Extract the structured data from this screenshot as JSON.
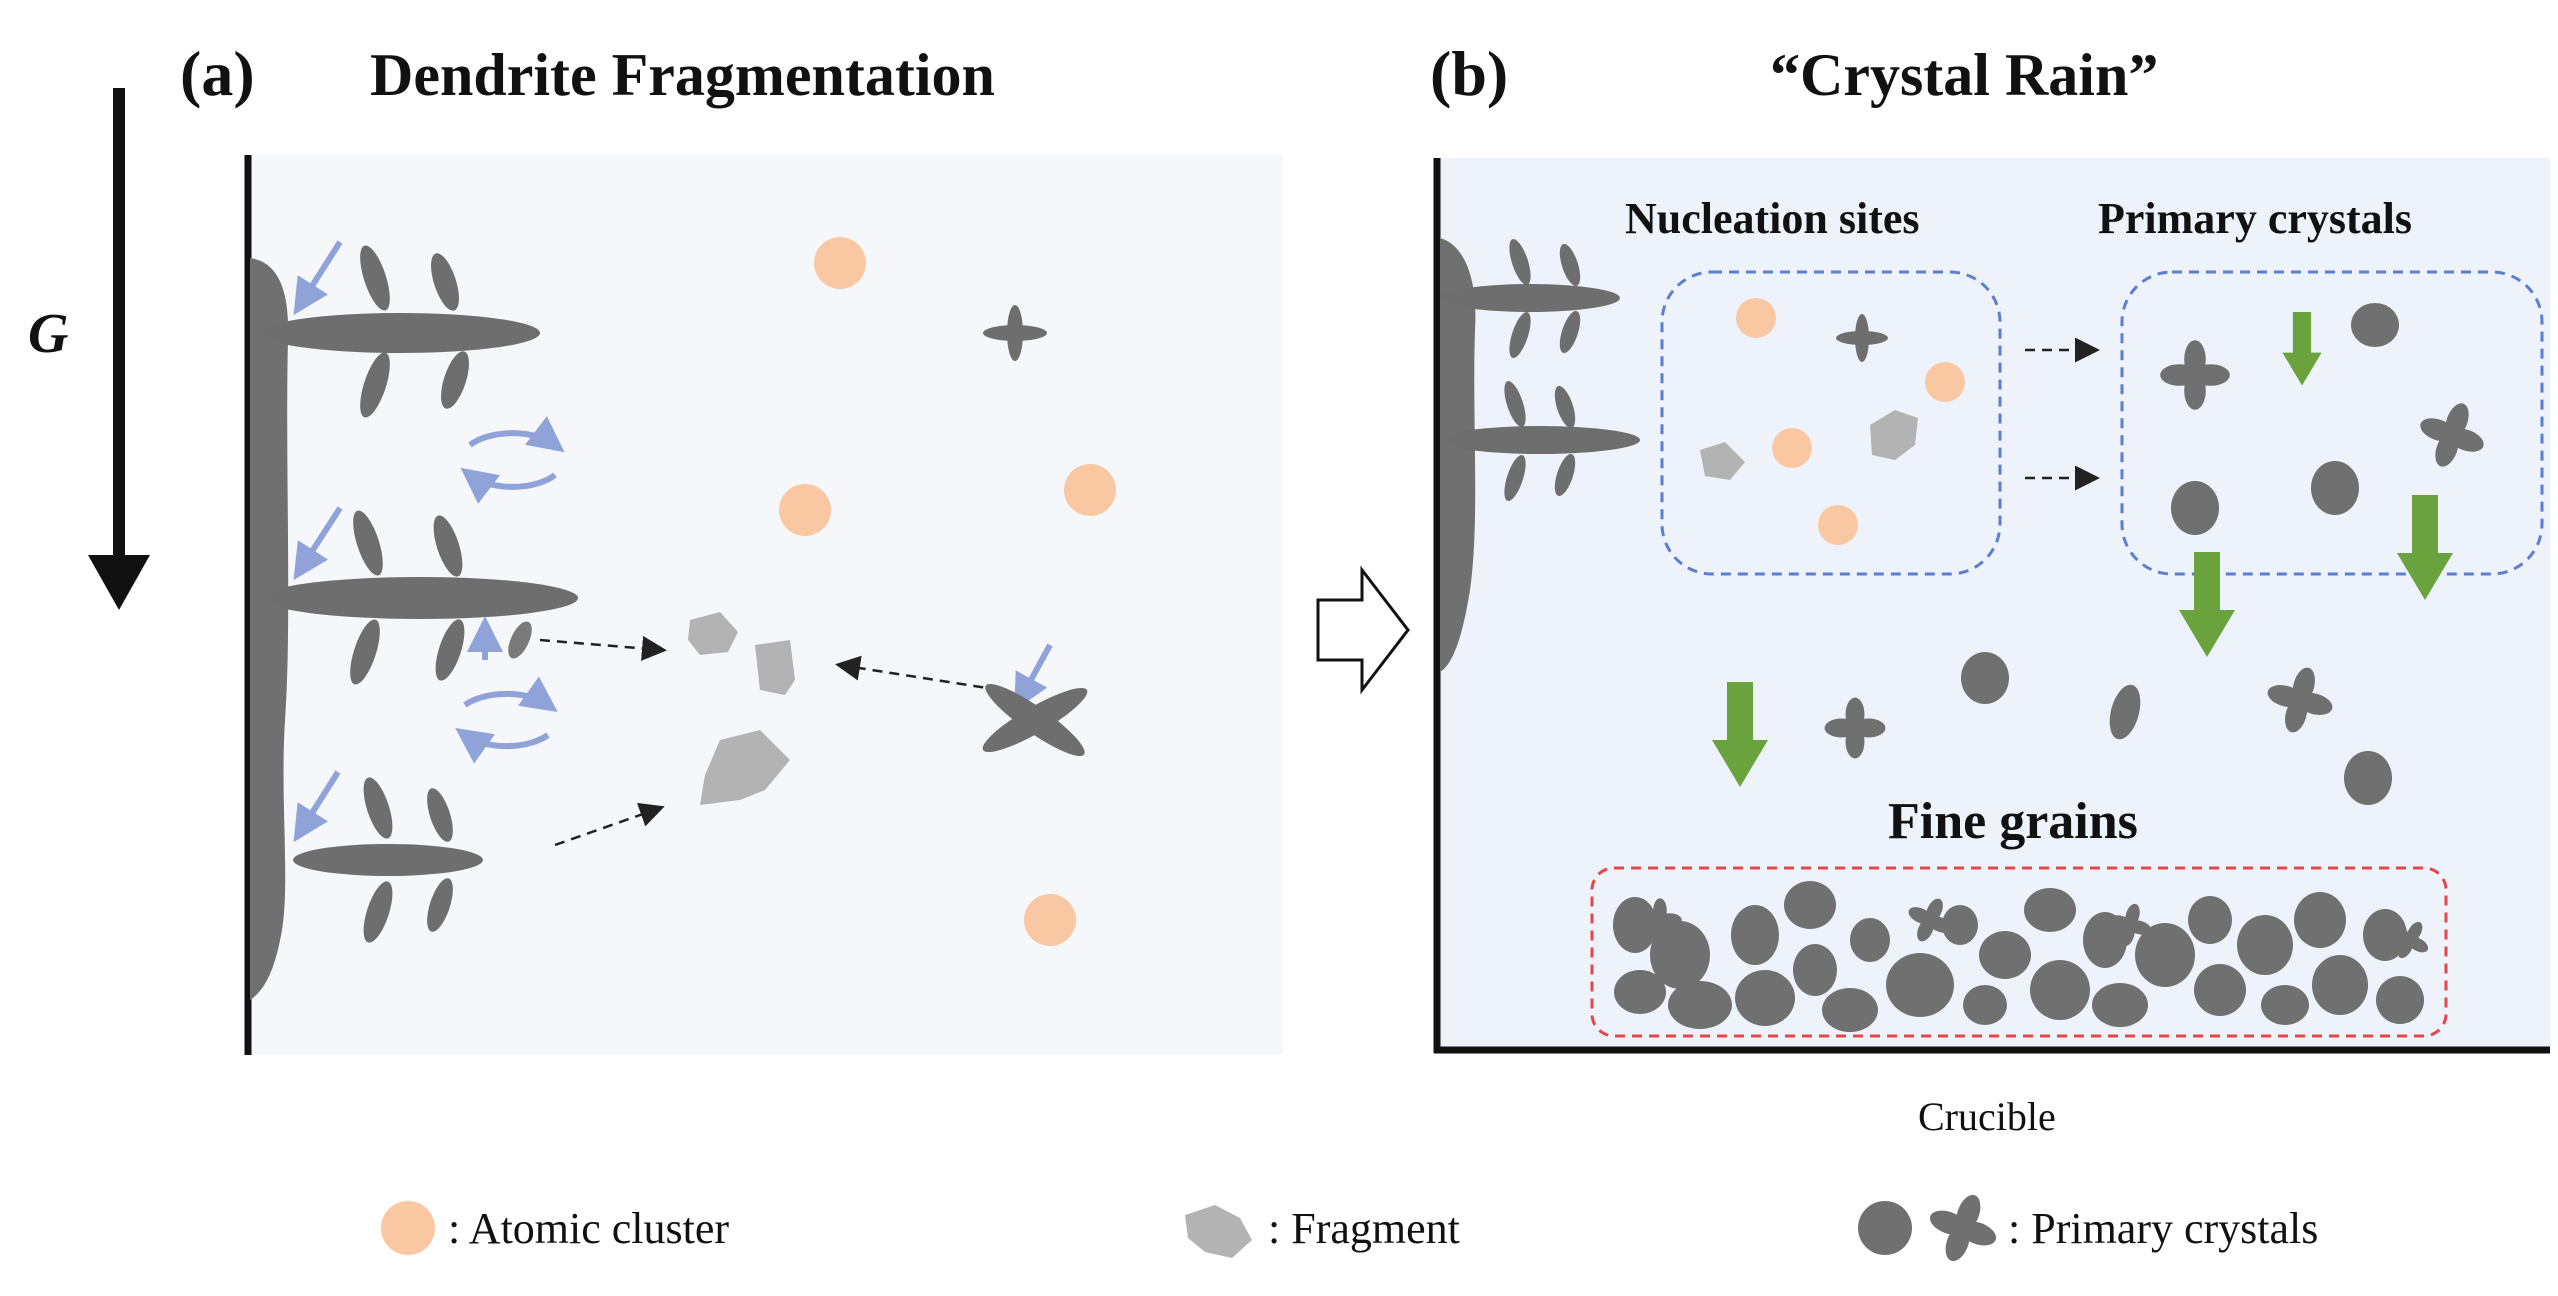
{
  "panel_a": {
    "label": "(a)",
    "title": "Dendrite Fragmentation",
    "gradient_label": "G"
  },
  "panel_b": {
    "label": "(b)",
    "title": "“Crystal Rain”",
    "nucleation_sites_label": "Nucleation sites",
    "primary_crystals_label": "Primary crystals",
    "fine_grains_label": "Fine grains",
    "crucible_label": "Crucible"
  },
  "legend": {
    "atomic_cluster": ": Atomic cluster",
    "fragment": ": Fragment",
    "primary_crystals": ": Primary crystals"
  },
  "colors": {
    "atomic_cluster": "#f9c7a2",
    "dendrite": "#6e6e6e",
    "fragment": "#b3b3b3",
    "primary_crystal": "#707070",
    "flow_arrow": "#8fa3d8",
    "gravity_arrow": "#6aa23e",
    "nucleation_box": "#5b7ed1",
    "fine_grains_box": "#e24848",
    "panel_a_bg": "#f6f7fb",
    "panel_b_bg": "#eef3fb"
  }
}
